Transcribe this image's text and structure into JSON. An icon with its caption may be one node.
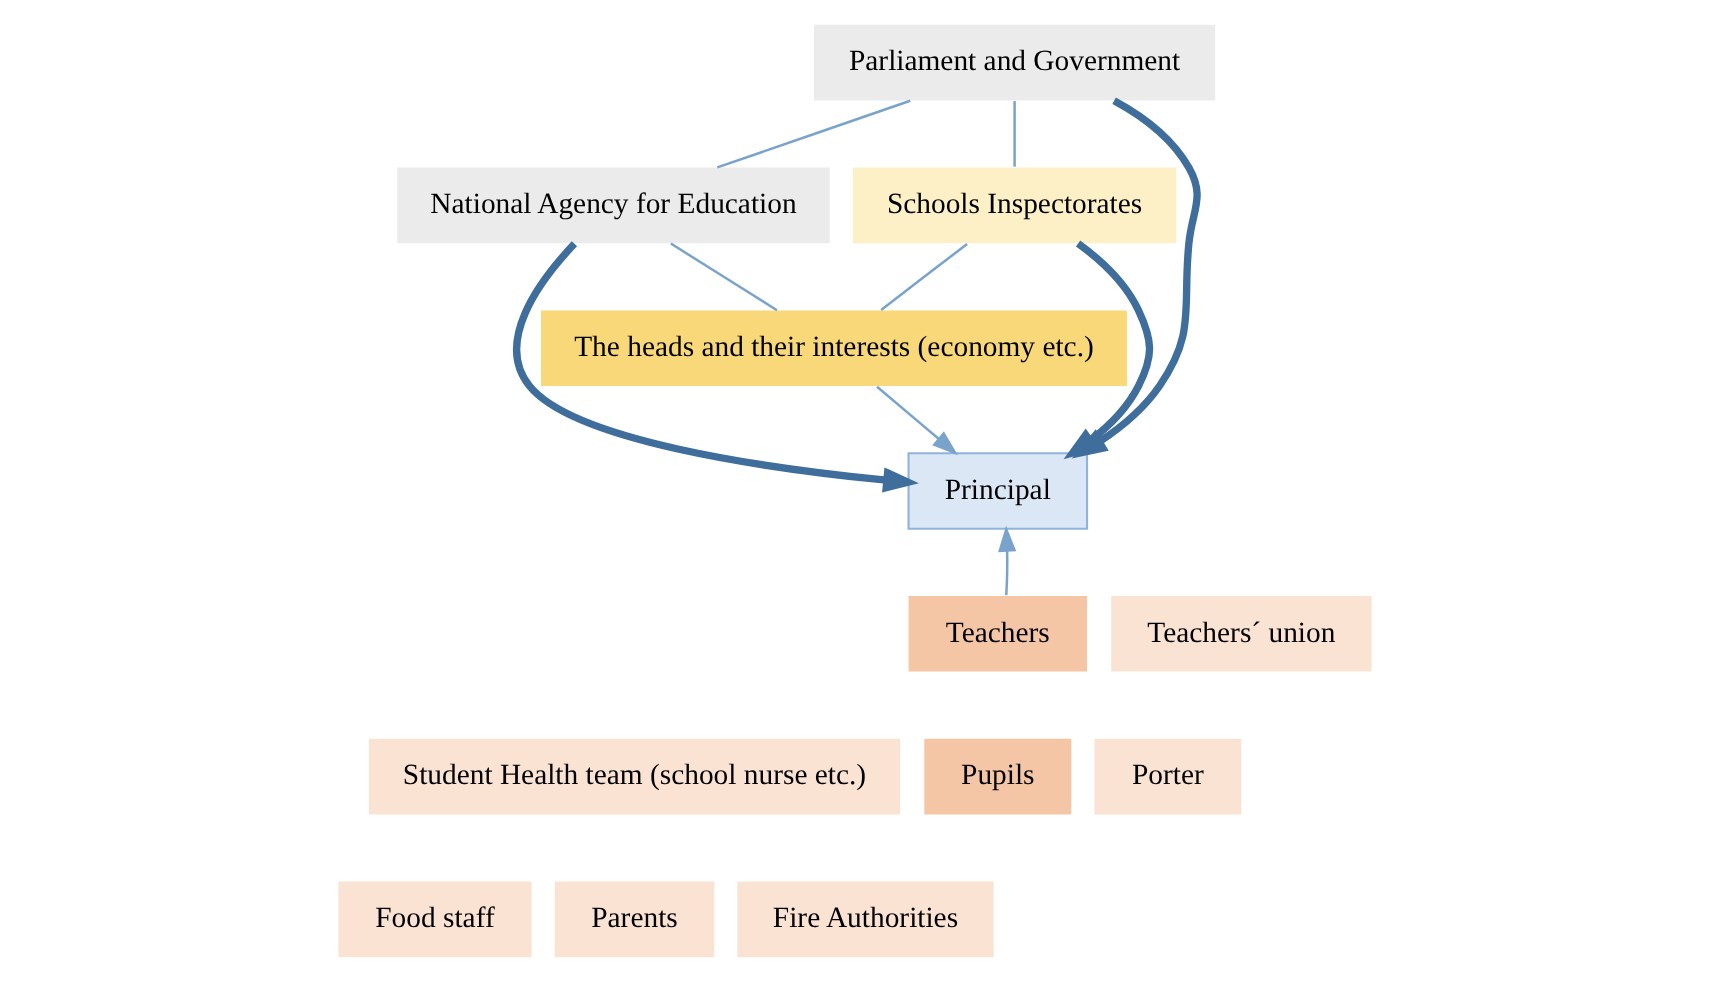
{
  "diagram": {
    "nodes": [
      {
        "text": [
          "Parliament and Government"
        ]
      },
      {
        "text": [
          "National Agency for Education"
        ]
      },
      {
        "text": [
          "Schools Inspectorates"
        ]
      },
      {
        "text": [
          "The heads and their interests (economy etc.)"
        ]
      },
      {
        "text": [
          "Principal"
        ]
      },
      {
        "text": [
          "Teachers"
        ]
      },
      {
        "text": [
          "Teachers´ union"
        ]
      },
      {
        "text": [
          "Student Health team (school nurse etc.)"
        ]
      },
      {
        "text": [
          "Pupils"
        ]
      },
      {
        "text": [
          "Porter"
        ]
      },
      {
        "text": [
          "Food staff"
        ]
      },
      {
        "text": [
          "Parents"
        ]
      },
      {
        "text": [
          "Fire Authorities"
        ]
      }
    ],
    "edges": [
      {
        "from": 0,
        "to": 1,
        "arrow": "none"
      },
      {
        "from": 0,
        "to": 2,
        "arrow": "none"
      },
      {
        "from": 1,
        "to": 3,
        "arrow": "none"
      },
      {
        "from": 2,
        "to": 3,
        "arrow": "none"
      },
      {
        "from": 3,
        "to": 4,
        "arrow": "to"
      },
      {
        "from": 0,
        "to": 4,
        "arrow": "to",
        "style": "thick",
        "color": "#3f6e9c"
      },
      {
        "from": 1,
        "to": 4,
        "arrow": "to",
        "style": "thick",
        "color": "#3f6e9c"
      },
      {
        "from": 2,
        "to": 4,
        "arrow": "to",
        "style": "thick",
        "color": "#3f6e9c"
      },
      {
        "from": 5,
        "to": 4,
        "arrow": "to"
      }
    ]
  }
}
